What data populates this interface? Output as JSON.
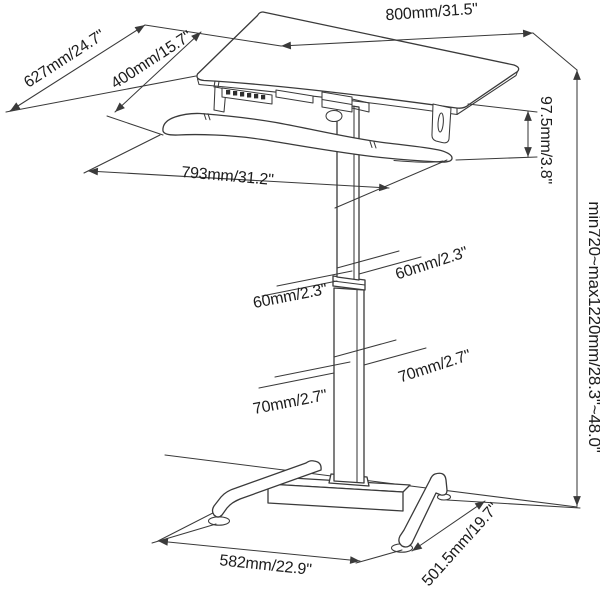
{
  "diagram": {
    "type": "technical-line-drawing",
    "subject": "height-adjustable sit-stand desk with keyboard tray",
    "colors": {
      "background": "#ffffff",
      "line": "#3a3a3a",
      "text": "#1c1c1c"
    },
    "labels": {
      "desktop_width": "800mm/31.5\"",
      "desktop_diagonal": "627mm/24.7\"",
      "desktop_depth": "400mm/15.7\"",
      "riser_height": "97.5mm/3.8\"",
      "tray_width": "793mm/31.2\"",
      "height_range": "min720~max1220mm/28.3\"~48.0\"",
      "upper_column_left": "60mm/2.3\"",
      "upper_column_right": "60mm/2.3\"",
      "lower_column_left": "70mm/2.7\"",
      "lower_column_right": "70mm/2.7\"",
      "base_width": "582mm/22.9\"",
      "base_depth": "501.5mm/19.7\""
    }
  }
}
